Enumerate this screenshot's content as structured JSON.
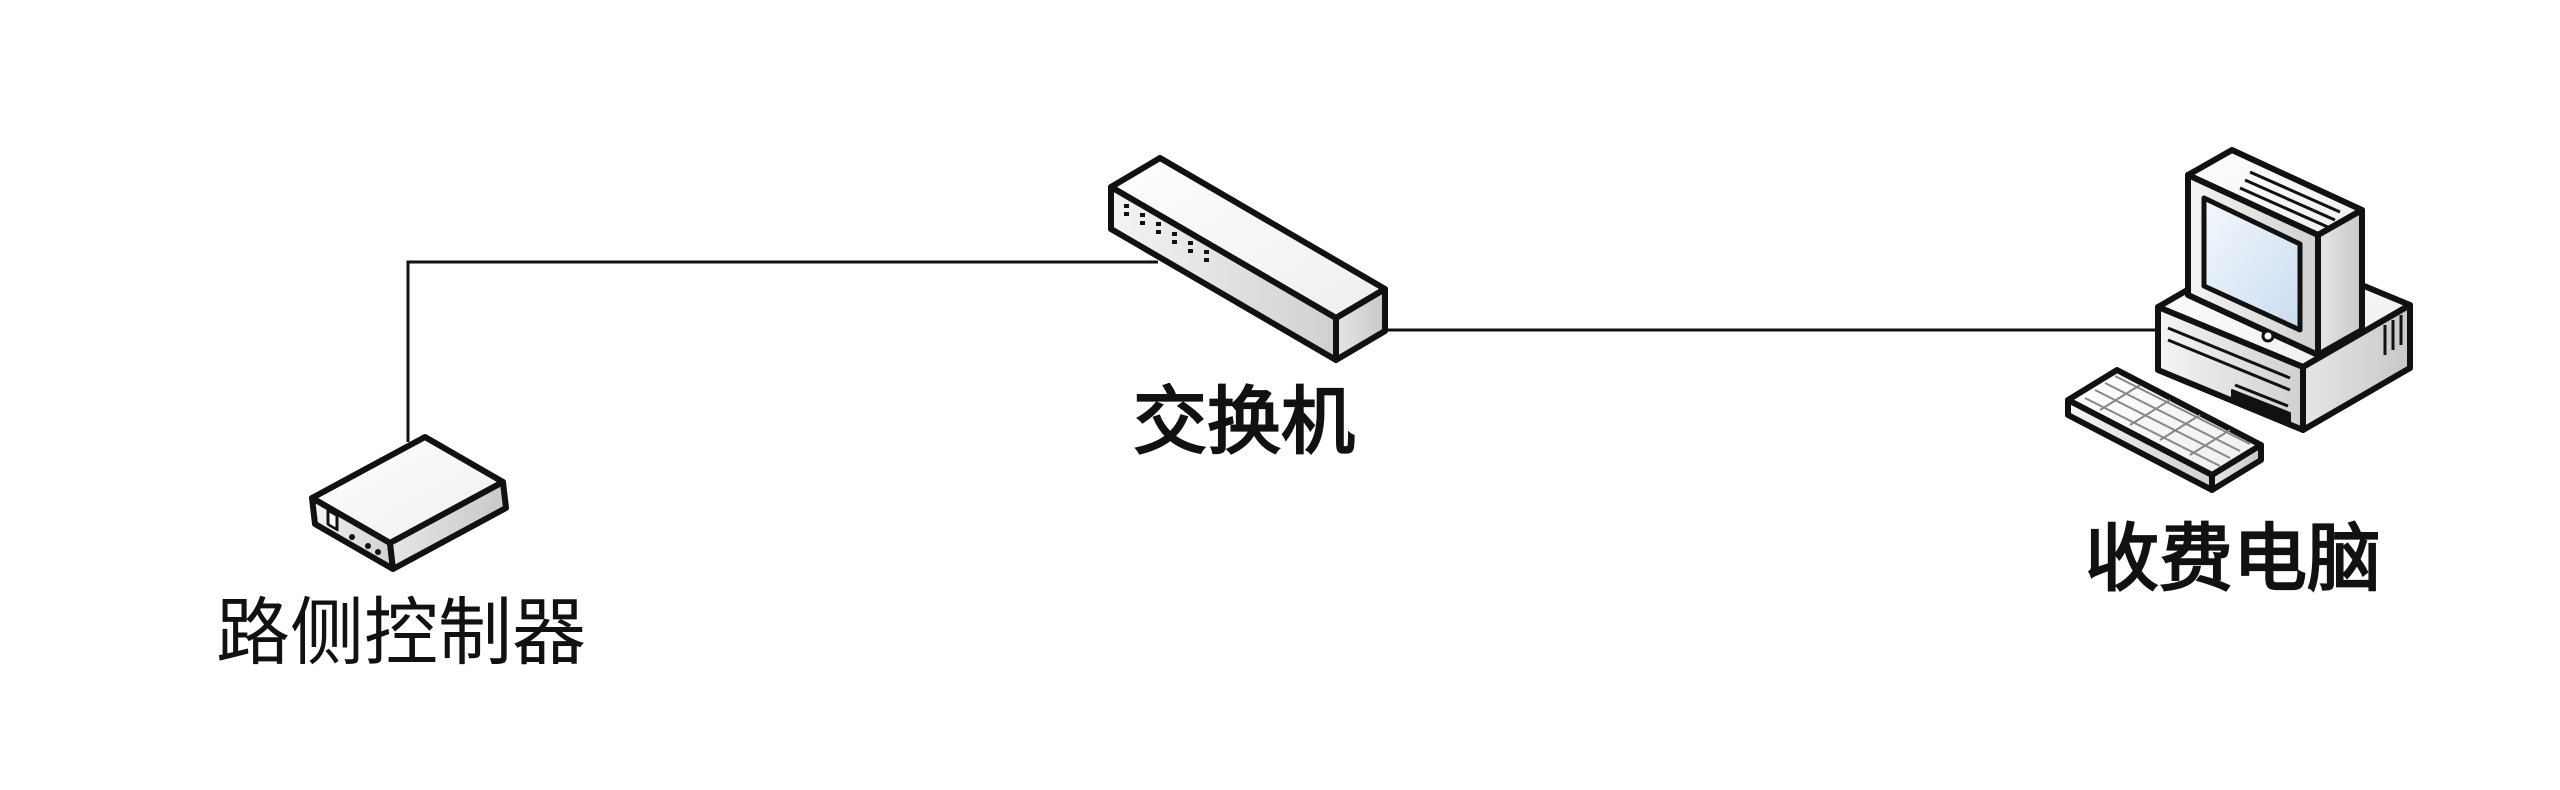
{
  "nodes": {
    "controller": {
      "label": "路侧控制器",
      "icon": "router-icon"
    },
    "switch": {
      "label": "交换机",
      "icon": "network-switch-icon"
    },
    "pc": {
      "label": "收费电脑",
      "icon": "desktop-computer-icon"
    }
  },
  "connections": [
    {
      "from": "controller",
      "to": "switch"
    },
    {
      "from": "switch",
      "to": "pc"
    }
  ],
  "colors": {
    "line": "#111111",
    "device_top": "#ffffff",
    "device_side": "#d9d9d9",
    "device_dark": "#a8a8a8",
    "screen": "#dde9f7"
  }
}
